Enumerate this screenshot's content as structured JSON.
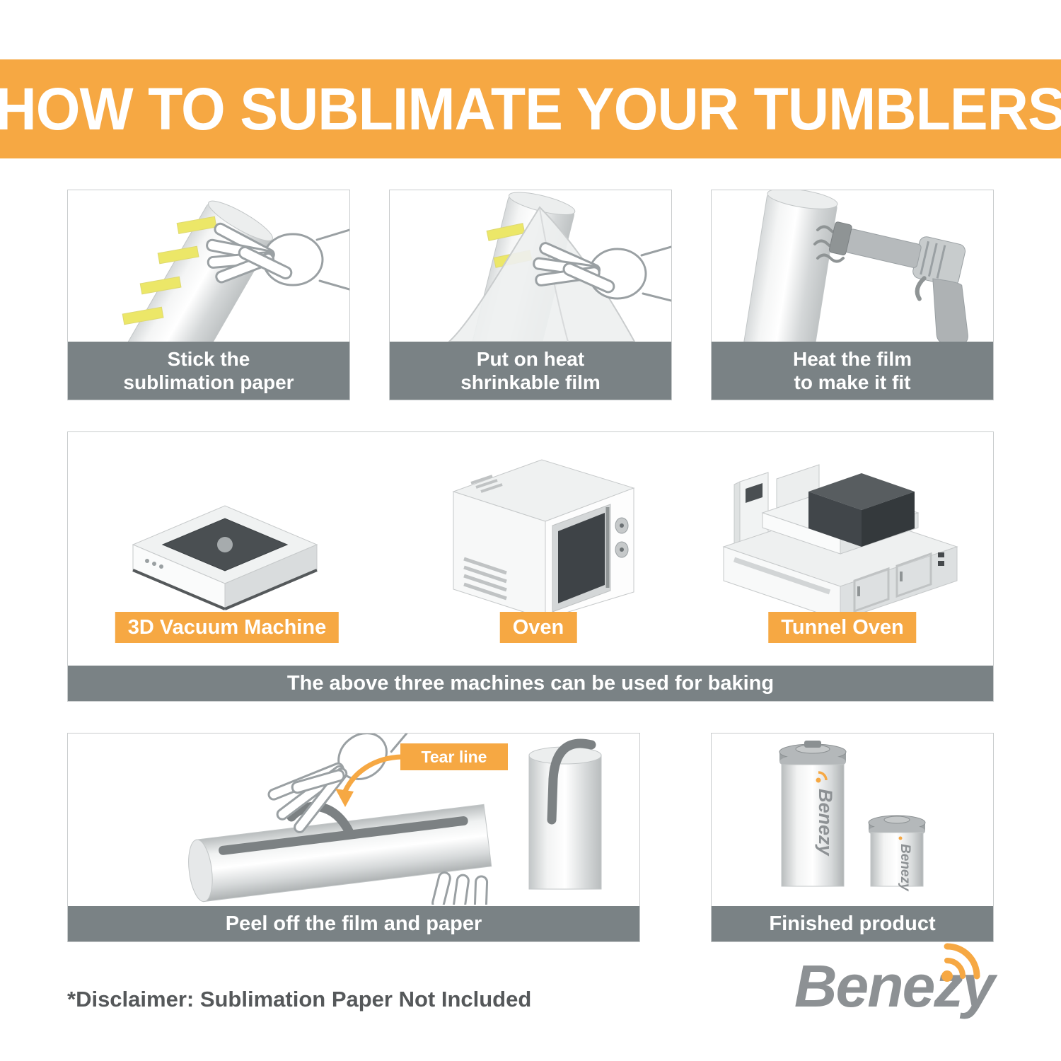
{
  "title": "HOW TO SUBLIMATE YOUR TUMBLERS",
  "colors": {
    "accent_orange": "#F6A843",
    "caption_gray": "#7A8285",
    "logo_gray": "#8D9194",
    "tape_yellow": "#ECE768",
    "text_dark": "#55585A"
  },
  "steps": [
    {
      "line1": "Stick the",
      "line2": "sublimation paper"
    },
    {
      "line1": "Put on heat",
      "line2": "shrinkable film"
    },
    {
      "line1": "Heat the film",
      "line2": "to make it fit"
    }
  ],
  "machines": {
    "labels": [
      "3D Vacuum Machine",
      "Oven",
      "Tunnel Oven"
    ],
    "caption": "The above three machines can be used for baking"
  },
  "peel": {
    "tear_line": "Tear line",
    "caption": "Peel off the film and paper"
  },
  "finished": {
    "caption": "Finished product",
    "brand": "Benezy"
  },
  "footer": {
    "disclaimer": "*Disclaimer: Sublimation Paper Not Included",
    "logo": "Benezy"
  }
}
